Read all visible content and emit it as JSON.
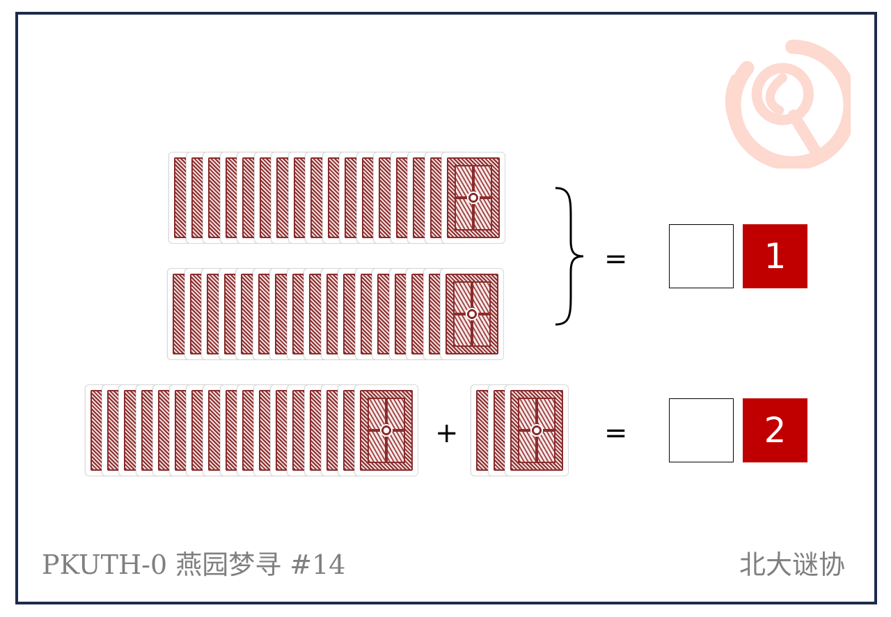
{
  "rows": [
    {
      "card_count": 17
    },
    {
      "card_count": 17
    },
    {
      "card_count": 17,
      "extra_card_count": 3
    }
  ],
  "symbols": {
    "equals": "=",
    "plus": "+"
  },
  "answers": [
    {
      "label": "1"
    },
    {
      "label": "2"
    }
  ],
  "footer": {
    "title": "PKUTH-0 燕园梦寻 #14",
    "org": "北大谜协"
  },
  "logo": {
    "icon": "key-magnifier-logo",
    "color": "#fdd9d0"
  },
  "colors": {
    "frame": "#1d2b4a",
    "card": "#8a2c2c",
    "answer_box": "#c00000",
    "footer_text": "#7f7f7f"
  }
}
